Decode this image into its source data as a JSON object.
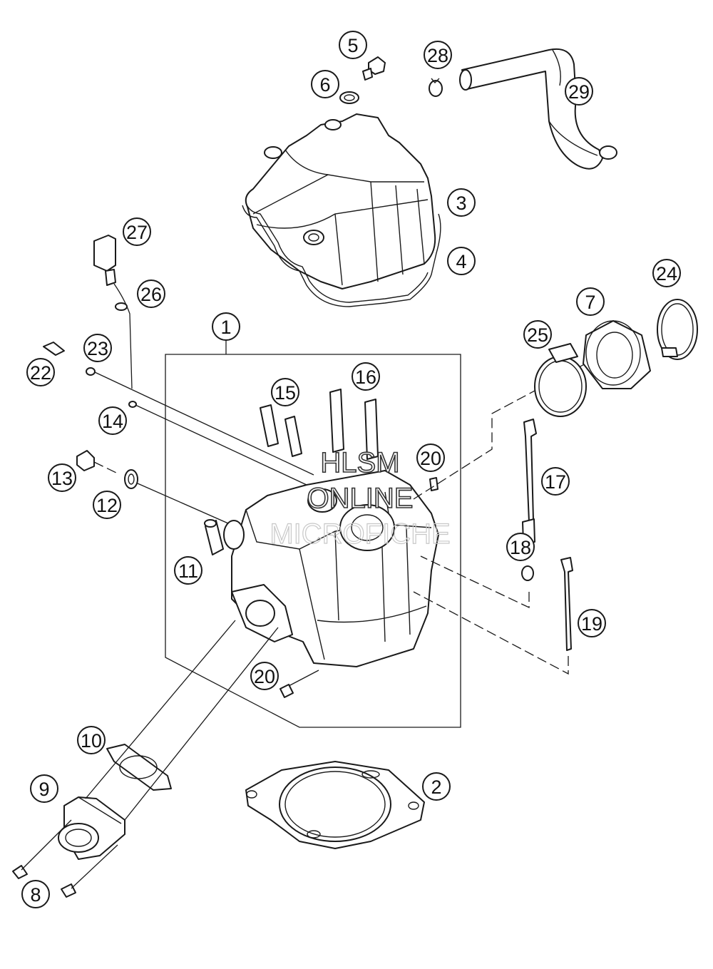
{
  "watermark": {
    "line1": "HLSM",
    "line2": "ONLINE",
    "line3": "MICROFICHE"
  },
  "callouts": [
    {
      "id": "1",
      "label": "1"
    },
    {
      "id": "2",
      "label": "2"
    },
    {
      "id": "3",
      "label": "3"
    },
    {
      "id": "4",
      "label": "4"
    },
    {
      "id": "5",
      "label": "5"
    },
    {
      "id": "6",
      "label": "6"
    },
    {
      "id": "7",
      "label": "7"
    },
    {
      "id": "8",
      "label": "8"
    },
    {
      "id": "9",
      "label": "9"
    },
    {
      "id": "10",
      "label": "10"
    },
    {
      "id": "11",
      "label": "11"
    },
    {
      "id": "12",
      "label": "12"
    },
    {
      "id": "13",
      "label": "13"
    },
    {
      "id": "14",
      "label": "14"
    },
    {
      "id": "15",
      "label": "15"
    },
    {
      "id": "16",
      "label": "16"
    },
    {
      "id": "17",
      "label": "17"
    },
    {
      "id": "18",
      "label": "18"
    },
    {
      "id": "19",
      "label": "19"
    },
    {
      "id": "20a",
      "label": "20"
    },
    {
      "id": "20b",
      "label": "20"
    },
    {
      "id": "22",
      "label": "22"
    },
    {
      "id": "23",
      "label": "23"
    },
    {
      "id": "24",
      "label": "24"
    },
    {
      "id": "25",
      "label": "25"
    },
    {
      "id": "26",
      "label": "26"
    },
    {
      "id": "27",
      "label": "27"
    },
    {
      "id": "28",
      "label": "28"
    },
    {
      "id": "29",
      "label": "29"
    }
  ]
}
